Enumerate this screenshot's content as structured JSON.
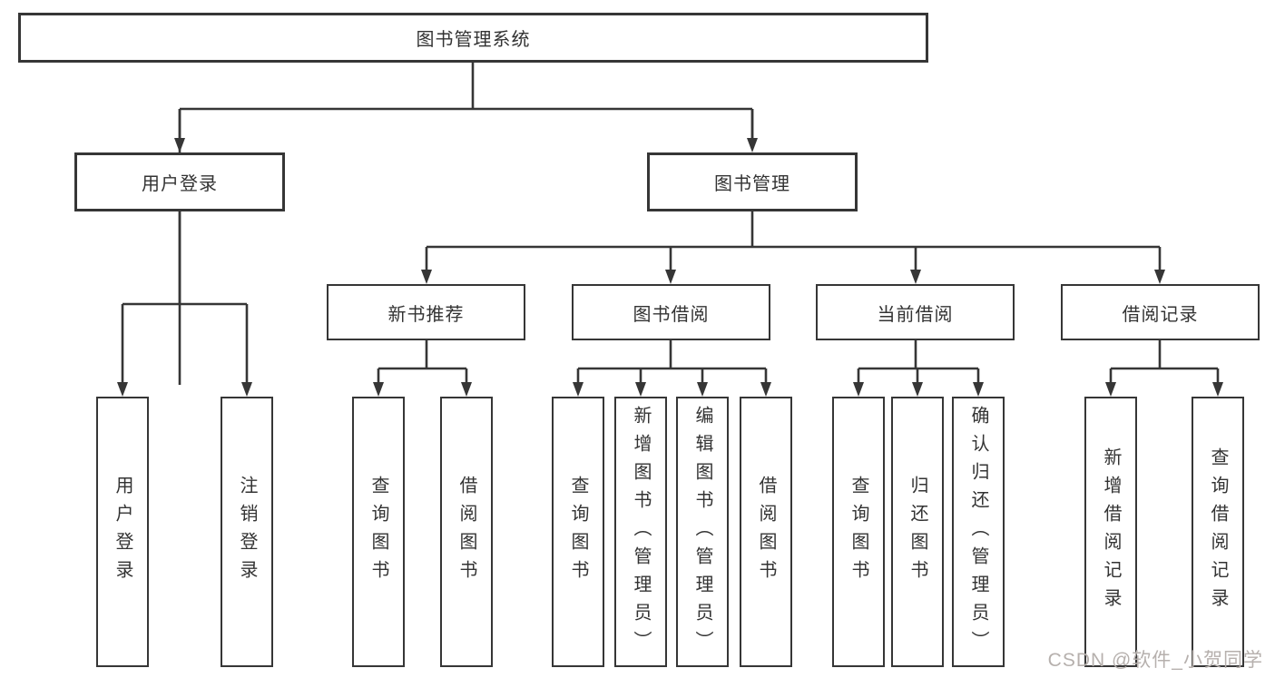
{
  "tree": {
    "root": {
      "label": "图书管理系统"
    },
    "branches": [
      {
        "label": "用户登录",
        "children": [
          {
            "label": "用户登录"
          },
          {
            "label": "注销登录"
          }
        ]
      },
      {
        "label": "图书管理",
        "children": [
          {
            "label": "新书推荐",
            "children": [
              {
                "label": "查询图书"
              },
              {
                "label": "借阅图书"
              }
            ]
          },
          {
            "label": "图书借阅",
            "children": [
              {
                "label": "查询图书"
              },
              {
                "label": "新增图书（管理员）"
              },
              {
                "label": "编辑图书（管理员）"
              },
              {
                "label": "借阅图书"
              }
            ]
          },
          {
            "label": "当前借阅",
            "children": [
              {
                "label": "查询图书"
              },
              {
                "label": "归还图书"
              },
              {
                "label": "确认归还（管理员）"
              }
            ]
          },
          {
            "label": "借阅记录",
            "children": [
              {
                "label": "新增借阅记录"
              },
              {
                "label": "查询借阅记录"
              }
            ]
          }
        ]
      }
    ]
  },
  "watermark": "CSDN @软件_小贺同学",
  "colors": {
    "line": "#363636",
    "text": "#333333",
    "background": "#ffffff",
    "watermark": "#b6b0ad"
  }
}
